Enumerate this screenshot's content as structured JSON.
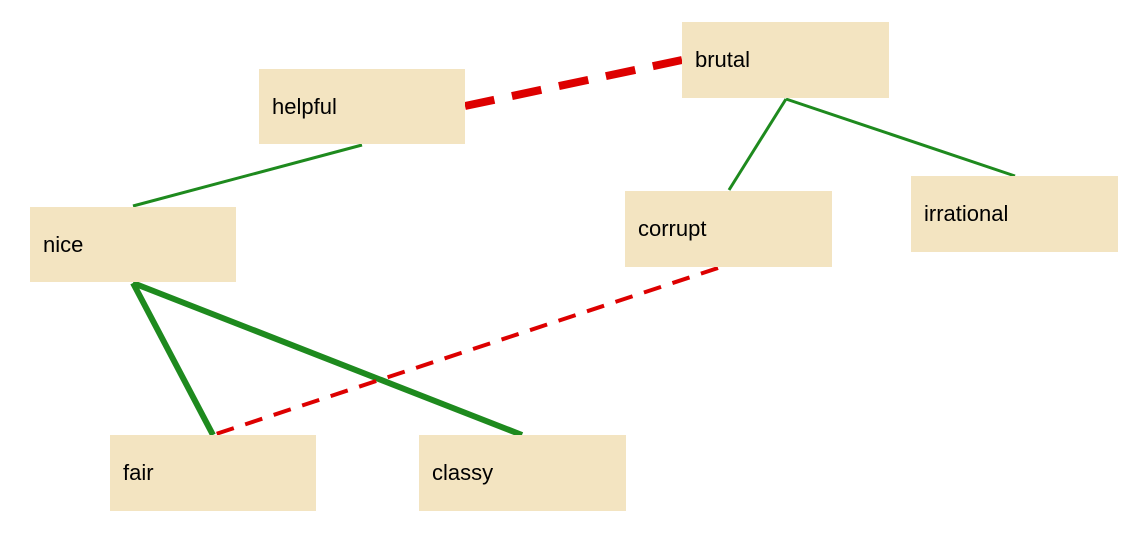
{
  "nodes": {
    "helpful": "helpful",
    "brutal": "brutal",
    "nice": "nice",
    "corrupt": "corrupt",
    "irrational": "irrational",
    "fair": "fair",
    "classy": "classy"
  },
  "edges": [
    {
      "from": "helpful",
      "to": "brutal",
      "relation": "antonym",
      "color": "#dd0000",
      "style": "dashed",
      "weight": "heavy"
    },
    {
      "from": "helpful",
      "to": "nice",
      "relation": "synonym",
      "color": "#1e8a1e",
      "style": "solid",
      "weight": "thin"
    },
    {
      "from": "brutal",
      "to": "corrupt",
      "relation": "synonym",
      "color": "#1e8a1e",
      "style": "solid",
      "weight": "thin"
    },
    {
      "from": "brutal",
      "to": "irrational",
      "relation": "synonym",
      "color": "#1e8a1e",
      "style": "solid",
      "weight": "thin"
    },
    {
      "from": "nice",
      "to": "fair",
      "relation": "synonym",
      "color": "#1e8a1e",
      "style": "solid",
      "weight": "heavy"
    },
    {
      "from": "nice",
      "to": "classy",
      "relation": "synonym",
      "color": "#1e8a1e",
      "style": "solid",
      "weight": "heavy"
    },
    {
      "from": "corrupt",
      "to": "fair",
      "relation": "antonym",
      "color": "#dd0000",
      "style": "dashed",
      "weight": "medium"
    }
  ],
  "colors": {
    "node_fill": "#f3e4c1",
    "synonym_edge": "#1e8a1e",
    "antonym_edge": "#dd0000"
  }
}
